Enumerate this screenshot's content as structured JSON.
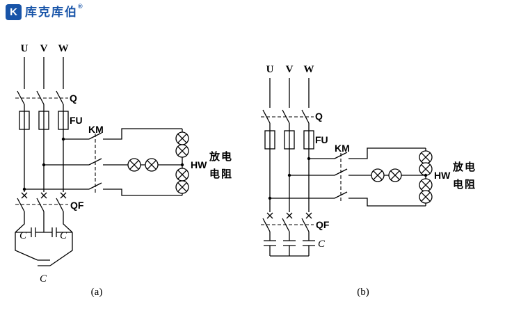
{
  "logo": {
    "monogram": "K",
    "brand": "库克库伯",
    "registered": "®"
  },
  "diagram_a": {
    "phase_labels": [
      "U",
      "V",
      "W"
    ],
    "switch_label": "Q",
    "fuse_label": "FU",
    "contactor_label": "KM",
    "breaker_label": "QF",
    "lamp_label": "HW",
    "discharge_text": [
      "放电",
      "电阻"
    ],
    "capacitor_labels": [
      "C",
      "C",
      "C"
    ],
    "caption": "(a)"
  },
  "diagram_b": {
    "phase_labels": [
      "U",
      "V",
      "W"
    ],
    "switch_label": "Q",
    "fuse_label": "FU",
    "contactor_label": "KM",
    "breaker_label": "QF",
    "lamp_label": "HW",
    "discharge_text": [
      "放电",
      "电阻"
    ],
    "capacitor_labels": [
      "C"
    ],
    "caption": "(b)"
  }
}
